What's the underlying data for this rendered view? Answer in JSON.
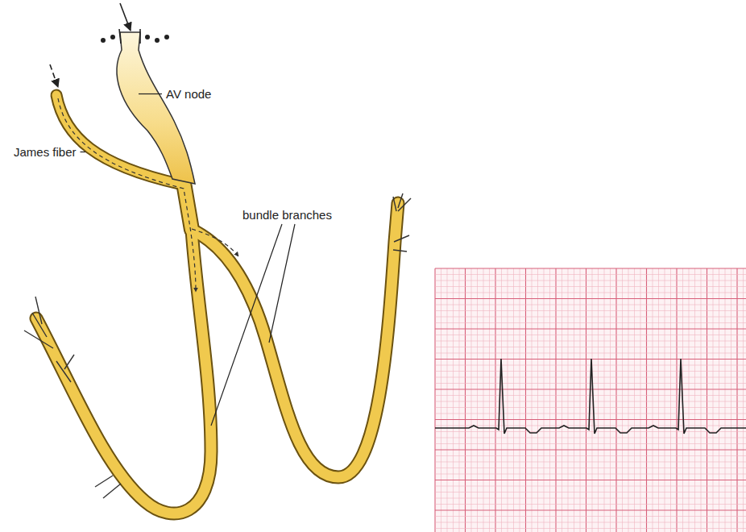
{
  "diagram": {
    "labels": [
      "AV node",
      "James fiber",
      "bundle branches"
    ]
  }
}
